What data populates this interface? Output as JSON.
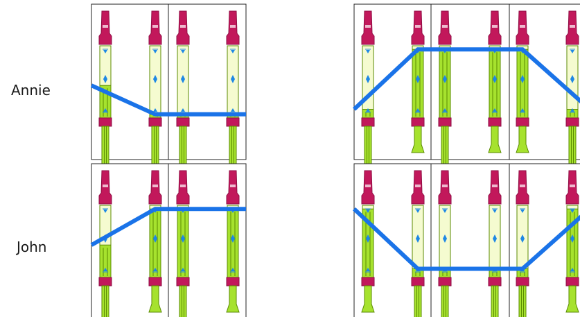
{
  "rows": [
    {
      "name": "Annie"
    },
    {
      "name": "John"
    }
  ],
  "colors": {
    "cap": "#c2185b",
    "cap_dark": "#8e0e44",
    "body": "#f5fbd0",
    "fill": "#a6e22e",
    "fill_dark": "#5a8a00",
    "marker": "#1e88e5",
    "line": "#1a73e8",
    "frame": "#222222"
  },
  "panels": [
    {
      "row": 0,
      "fills": [
        0.45,
        0.05,
        0.05,
        0.05
      ],
      "foot": [
        "thin",
        "thin",
        "thin",
        "thin"
      ]
    },
    {
      "row": 0,
      "fills": [
        0.12,
        0.95,
        0.95,
        0.95,
        0.95,
        0.12
      ],
      "foot": [
        "thin",
        "flare",
        "thin",
        "flare",
        "flare",
        "thin"
      ]
    },
    {
      "row": 1,
      "fills": [
        0.45,
        0.95,
        0.95,
        0.95
      ],
      "foot": [
        "thin",
        "flare",
        "thin",
        "flare"
      ]
    },
    {
      "row": 1,
      "fills": [
        0.95,
        0.12,
        0.12,
        0.12,
        0.12,
        0.95
      ],
      "foot": [
        "flare",
        "thin",
        "thin",
        "thin",
        "thin",
        "flare"
      ]
    }
  ],
  "pitch_lines": [
    [
      [
        0.45,
        0
      ],
      [
        0.05,
        1
      ],
      [
        0.05,
        2
      ],
      [
        0.05,
        3
      ]
    ],
    [
      [
        0.12,
        0
      ],
      [
        0.95,
        1
      ],
      [
        0.95,
        4
      ],
      [
        0.12,
        5
      ]
    ],
    [
      [
        0.45,
        0
      ],
      [
        0.95,
        1
      ],
      [
        0.95,
        3
      ]
    ],
    [
      [
        0.95,
        0
      ],
      [
        0.12,
        1
      ],
      [
        0.12,
        4
      ],
      [
        0.95,
        5
      ]
    ]
  ]
}
